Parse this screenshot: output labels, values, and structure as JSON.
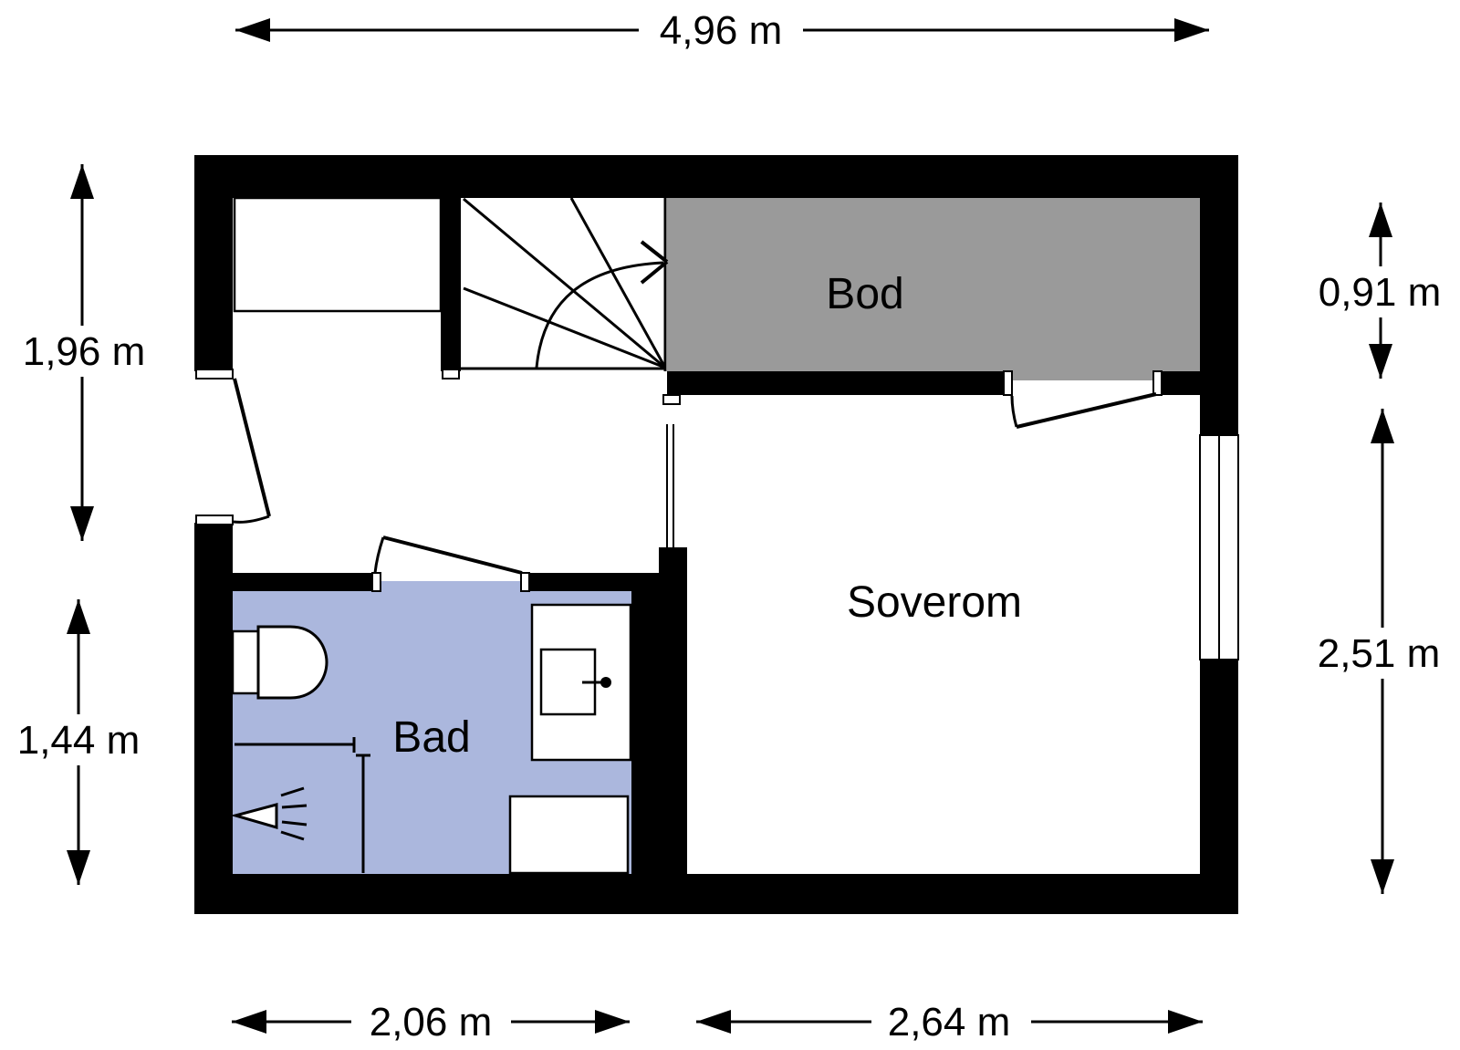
{
  "floorplan": {
    "rooms": [
      {
        "id": "bod",
        "label": "Bod"
      },
      {
        "id": "soverom",
        "label": "Soverom"
      },
      {
        "id": "bad",
        "label": "Bad"
      }
    ],
    "dimensions": {
      "top": "4,96 m",
      "left_upper": "1,96 m",
      "left_lower": "1,44 m",
      "right_upper": "0,91 m",
      "right_lower": "2,51 m",
      "bottom_left": "2,06 m",
      "bottom_right": "2,64 m"
    },
    "fixtures": [
      "stairs-icon",
      "toilet-icon",
      "sink-vanity-icon",
      "shower-icon",
      "window-icon",
      "door-swing-icon",
      "wardrobe-icon"
    ],
    "colors": {
      "wall": "#000000",
      "line": "#000000",
      "bod_floor": "#9a9a9a",
      "bad_floor": "#abb7dd",
      "background": "#ffffff"
    }
  }
}
